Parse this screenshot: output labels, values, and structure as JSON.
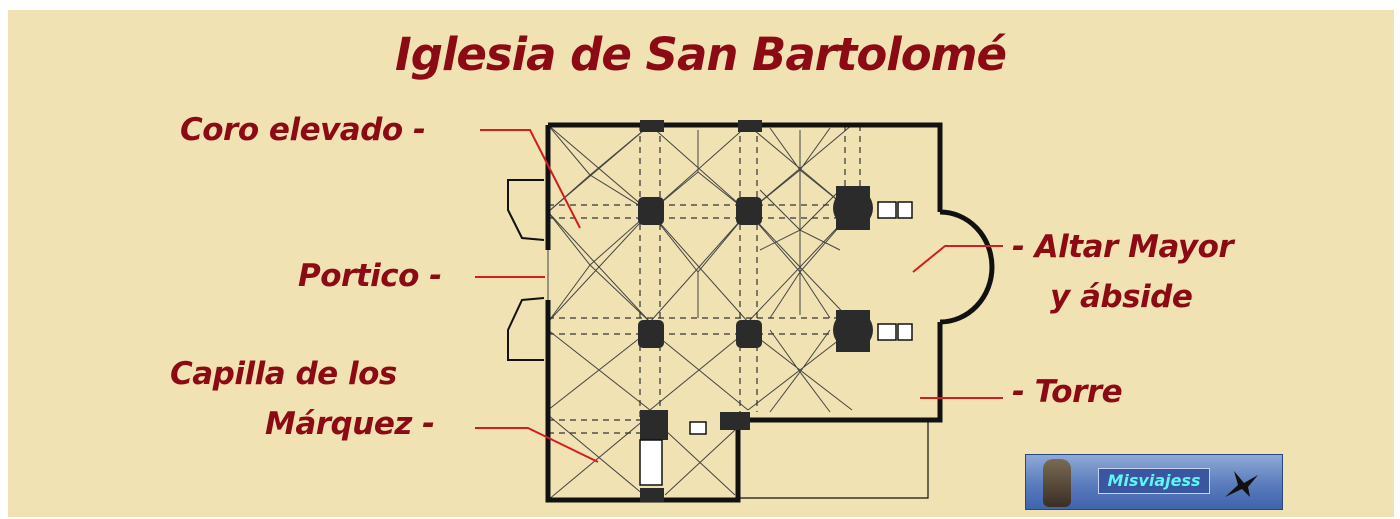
{
  "title": "Iglesia de San Bartolomé",
  "labels": {
    "coro": "Coro elevado -",
    "portico": "Portico -",
    "capilla_line1": "Capilla de los",
    "capilla_line2": "Márquez -",
    "altar_line1": "- Altar Mayor",
    "altar_line2": "y ábside",
    "torre": "- Torre"
  },
  "logo": {
    "text": "Misviajess",
    "icons": [
      "portrait-icon",
      "bird-icon"
    ]
  },
  "colors": {
    "background": "#f0e2b3",
    "label": "#8b0a14",
    "leader_line": "#d21e1e",
    "walls": "#111111"
  }
}
